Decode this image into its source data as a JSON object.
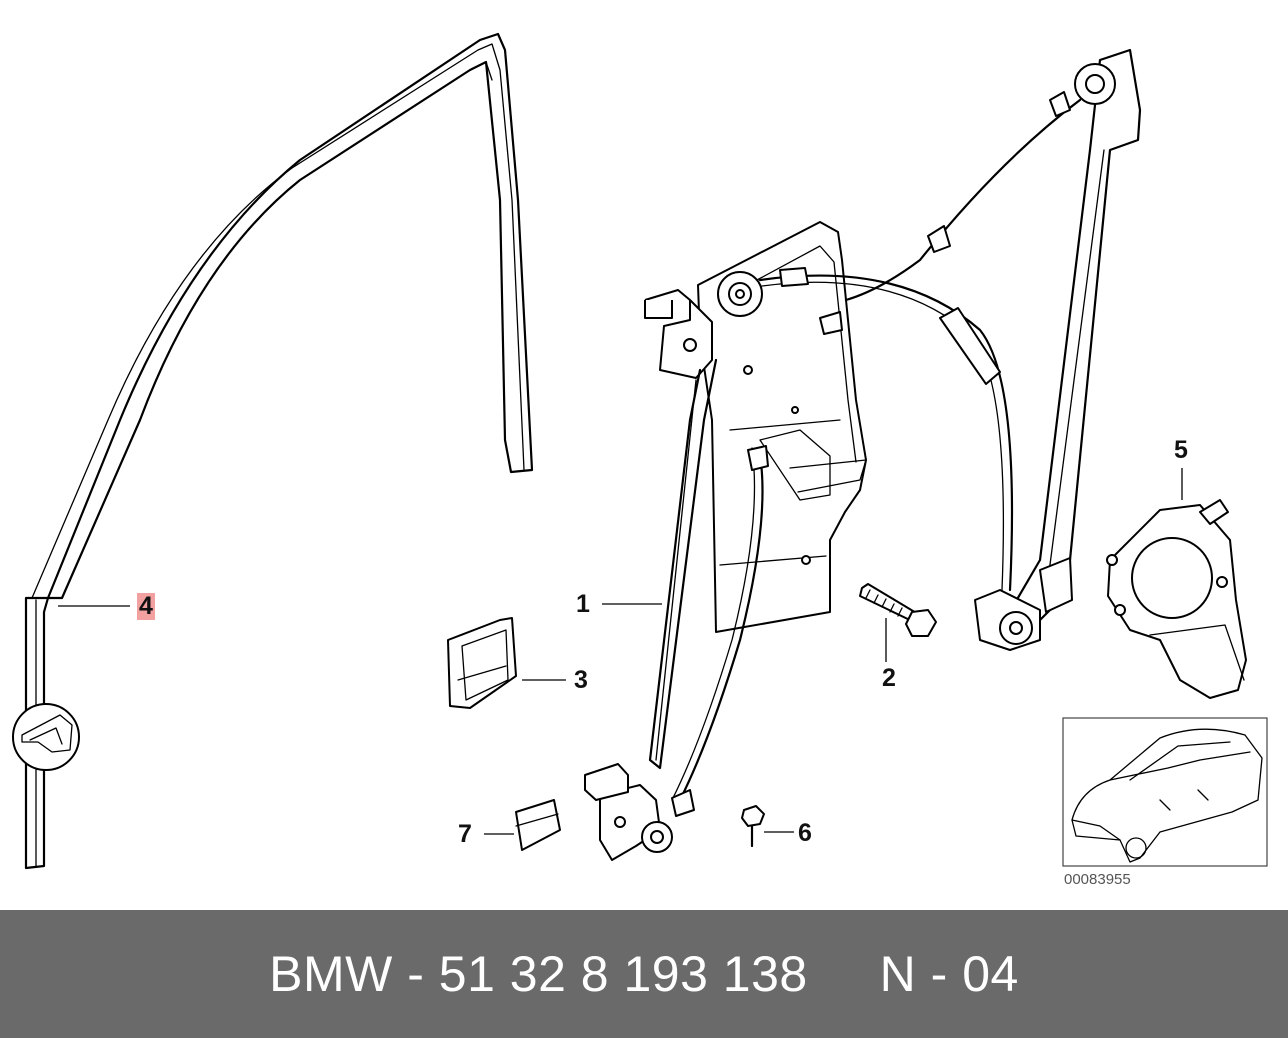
{
  "callouts": {
    "c1": "1",
    "c2": "2",
    "c3": "3",
    "c4": "4",
    "c5": "5",
    "c6": "6",
    "c7": "7"
  },
  "highlight_color": "#f2a0a0",
  "reference_code": "00083955",
  "footer": {
    "text": "BMW - 51 32 8 193 138     N - 04",
    "background": "#6a6a6a"
  }
}
